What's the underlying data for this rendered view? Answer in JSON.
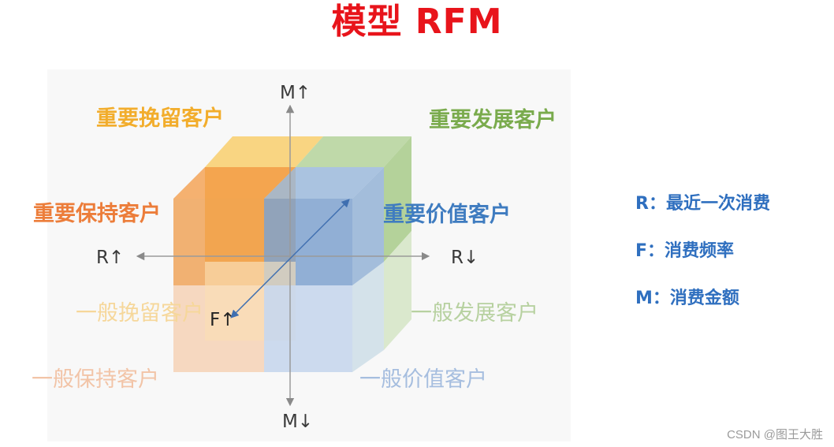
{
  "title": "模型 RFM",
  "segments": {
    "important_retain": "重要挽留客户",
    "important_develop": "重要发展客户",
    "important_keep": "重要保持客户",
    "important_value": "重要价值客户",
    "general_retain": "一般挽留客户",
    "general_develop": "一般发展客户",
    "general_keep": "一般保持客户",
    "general_value": "一般价值客户"
  },
  "axes": {
    "m_up": "M↑",
    "m_down": "M↓",
    "r_up": "R↑",
    "r_down": "R↓",
    "f_up": "F↑"
  },
  "legend": {
    "r": "R：最近一次消费",
    "f": "F：消费频率",
    "m": "M：消费金额"
  },
  "watermark": "CSDN @图王大胜",
  "colors": {
    "title": "#e8141b",
    "orange": "#ec7d3a",
    "yellow": "#f5b93b",
    "green": "#7aab4d",
    "blue": "#3f7cc0",
    "legend": "#2f6fbf"
  }
}
